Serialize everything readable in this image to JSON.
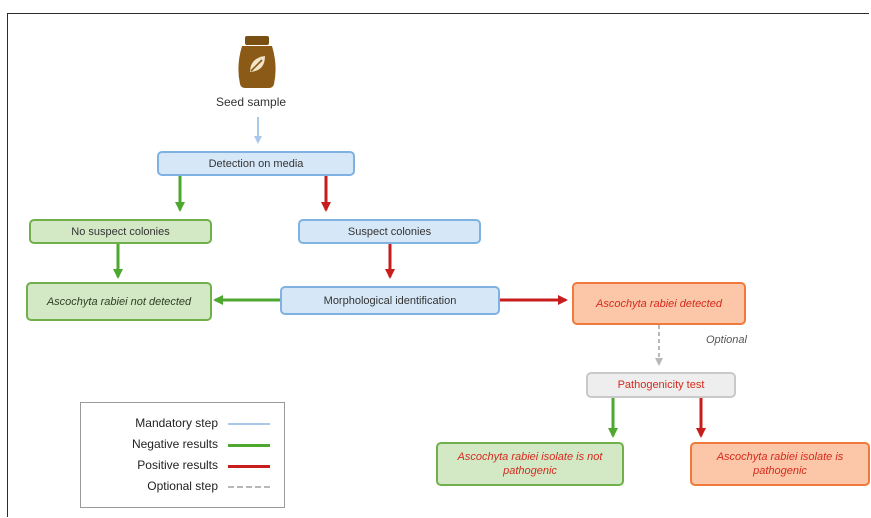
{
  "seed": {
    "label": "Seed sample",
    "icon": "seed-bag-icon"
  },
  "boxes": {
    "detection": "Detection on media",
    "no_suspect": "No suspect colonies",
    "suspect": "Suspect colonies",
    "not_detected": "Ascochyta rabiei not detected",
    "morph": "Morphological identification",
    "detected": "Ascochyta rabiei detected",
    "pathogenicity": "Pathogenicity test",
    "not_pathogenic": "Ascochyta rabiei isolate is not pathogenic",
    "pathogenic": "Ascochyta rabiei isolate is pathogenic"
  },
  "optional_label": "Optional",
  "legend": {
    "mandatory": "Mandatory step",
    "negative": "Negative results",
    "positive": "Positive results",
    "optional": "Optional step"
  },
  "colors": {
    "mandatory": "#a9c9ec",
    "negative": "#4ea72e",
    "positive": "#c81d1d",
    "optional": "#b8b8b8"
  }
}
